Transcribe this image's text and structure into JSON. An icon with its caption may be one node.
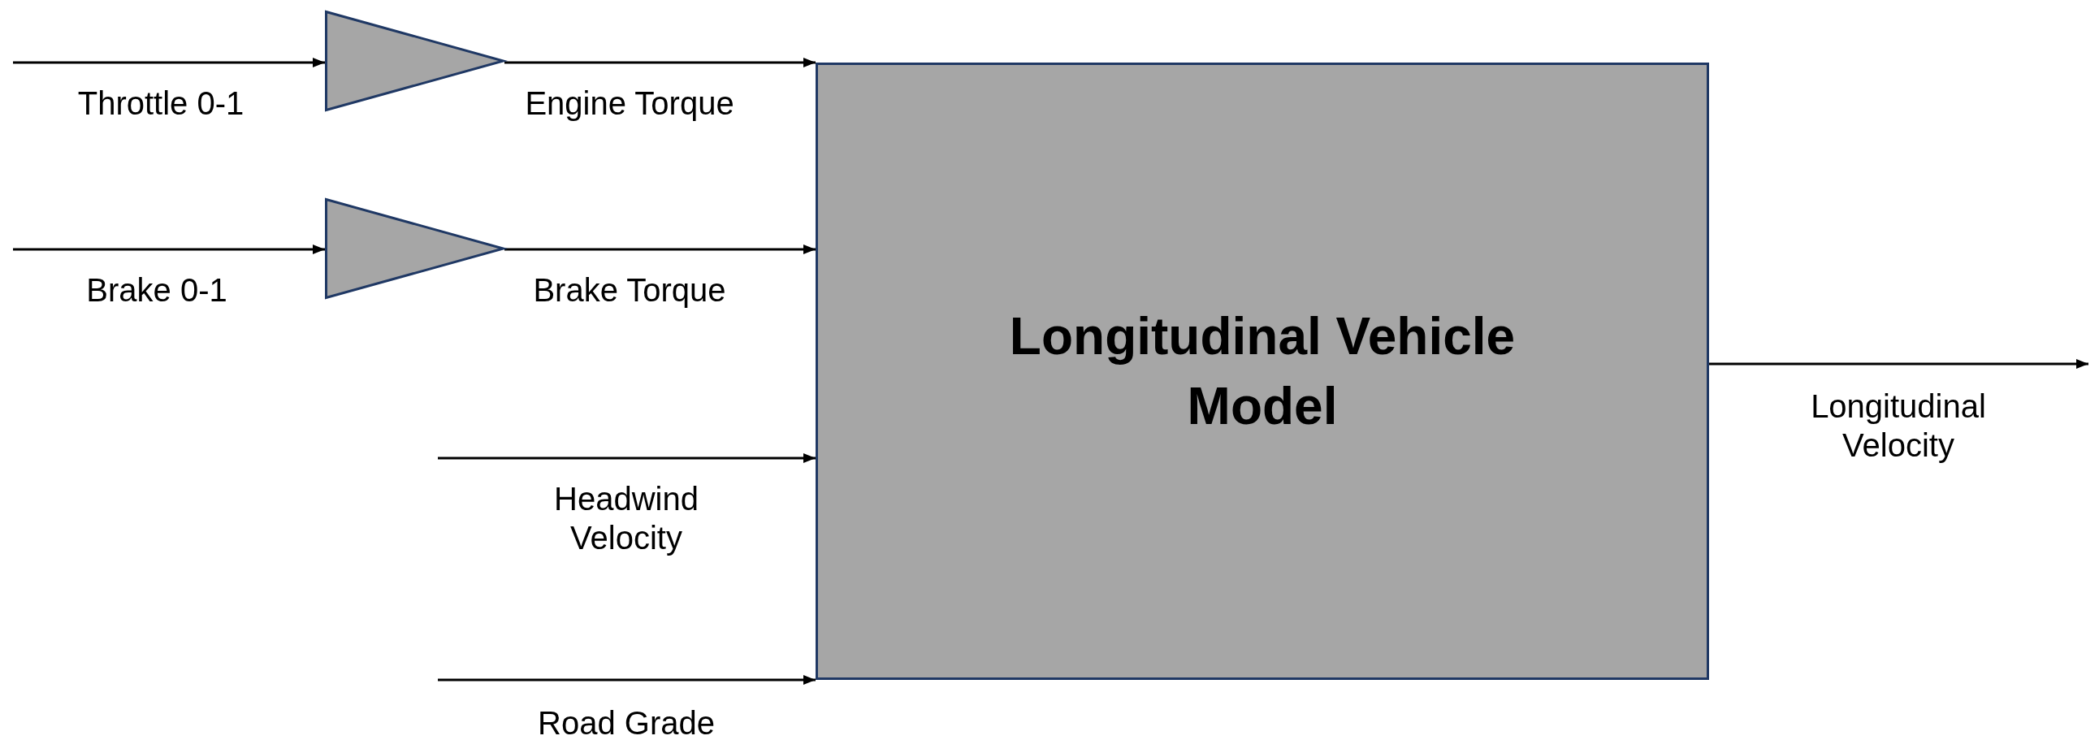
{
  "diagram": {
    "nodes": [
      {
        "text": [],
        "shape": "triangle"
      },
      {
        "text": [],
        "shape": "triangle"
      },
      {
        "text": [
          "Longitudinal Vehicle Model"
        ]
      }
    ],
    "edges": [
      {
        "from": null,
        "to": 0,
        "arrow": "to",
        "label": "Throttle 0-1"
      },
      {
        "from": 0,
        "to": 2,
        "arrow": "to",
        "label": "Engine Torque"
      },
      {
        "from": null,
        "to": 1,
        "arrow": "to",
        "label": "Brake 0-1"
      },
      {
        "from": 1,
        "to": 2,
        "arrow": "to",
        "label": "Brake Torque"
      },
      {
        "from": null,
        "to": 2,
        "arrow": "to",
        "label": "Headwind Velocity"
      },
      {
        "from": null,
        "to": 2,
        "arrow": "to",
        "label": "Road Grade"
      },
      {
        "from": 2,
        "to": null,
        "arrow": "to",
        "label": "Longitudinal Velocity"
      }
    ]
  }
}
